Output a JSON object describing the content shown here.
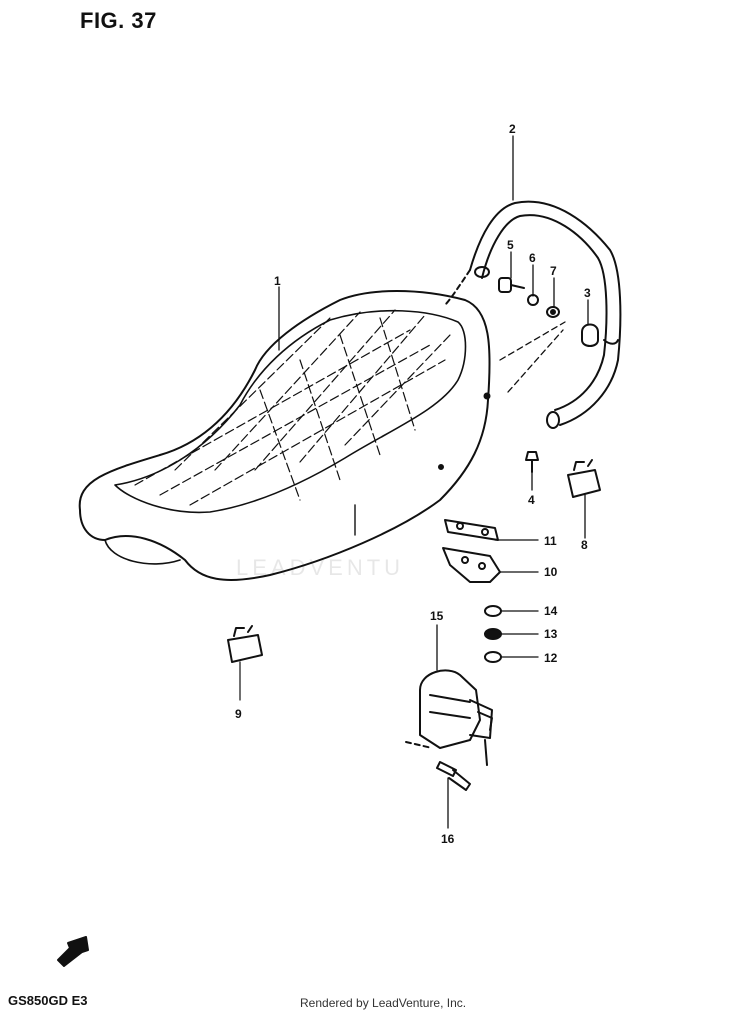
{
  "figure": {
    "title": "FIG. 37",
    "model_code": "GS850GD E3",
    "credit": "Rendered by LeadVenture, Inc.",
    "watermark": "LEADVENTU"
  },
  "callouts": [
    "1",
    "2",
    "3",
    "4",
    "5",
    "6",
    "7",
    "8",
    "9",
    "10",
    "11",
    "12",
    "13",
    "14",
    "15",
    "16"
  ]
}
